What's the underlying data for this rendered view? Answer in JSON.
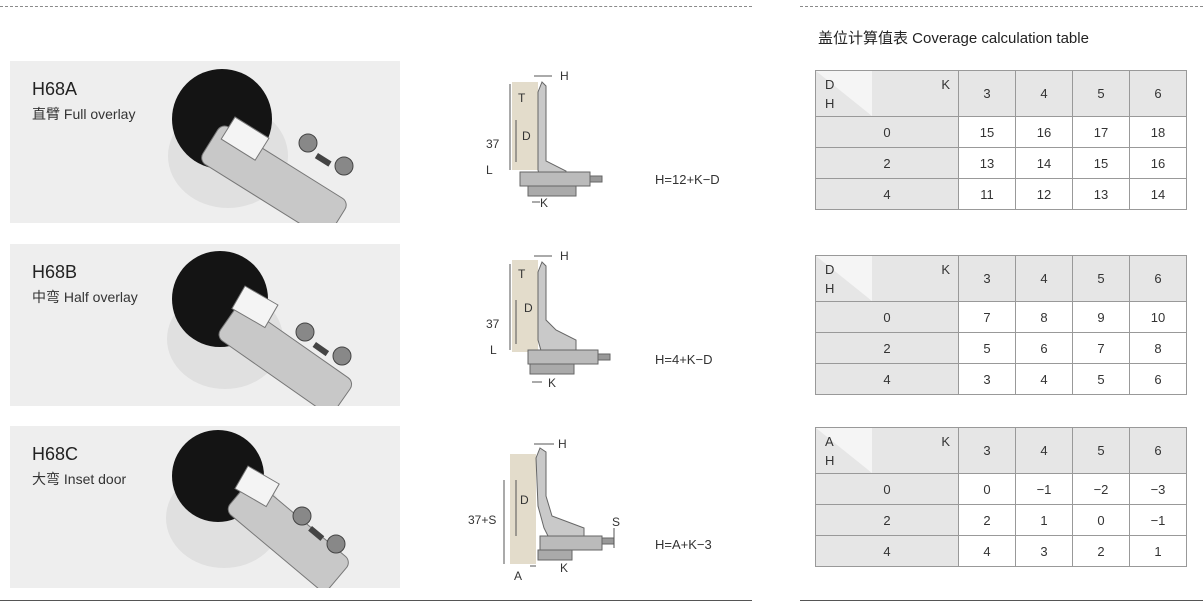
{
  "products": [
    {
      "model": "H68A",
      "desc": "直臂 Full overlay",
      "formula": "H=12+K−D",
      "labels": {
        "h": "H",
        "t": "T",
        "d": "D",
        "dim": "37",
        "l": "L",
        "k": "K"
      }
    },
    {
      "model": "H68B",
      "desc": "中弯 Half overlay",
      "formula": "H=4+K−D",
      "labels": {
        "h": "H",
        "t": "T",
        "d": "D",
        "dim": "37",
        "l": "L",
        "k": "K"
      }
    },
    {
      "model": "H68C",
      "desc": "大弯 Inset door",
      "formula": "H=A+K−3",
      "labels": {
        "h": "H",
        "d": "D",
        "dim": "37+S",
        "s": "S",
        "a": "A",
        "k": "K"
      }
    }
  ],
  "table_title": "盖位计算值表  Coverage calculation table",
  "tables": [
    {
      "corner_col": "D",
      "corner_h": "K",
      "corner_row": "H",
      "cols": [
        "3",
        "4",
        "5",
        "6"
      ],
      "rows": [
        {
          "h": "0",
          "v": [
            "15",
            "16",
            "17",
            "18"
          ]
        },
        {
          "h": "2",
          "v": [
            "13",
            "14",
            "15",
            "16"
          ]
        },
        {
          "h": "4",
          "v": [
            "11",
            "12",
            "13",
            "14"
          ]
        }
      ]
    },
    {
      "corner_col": "D",
      "corner_h": "K",
      "corner_row": "H",
      "cols": [
        "3",
        "4",
        "5",
        "6"
      ],
      "rows": [
        {
          "h": "0",
          "v": [
            "7",
            "8",
            "9",
            "10"
          ]
        },
        {
          "h": "2",
          "v": [
            "5",
            "6",
            "7",
            "8"
          ]
        },
        {
          "h": "4",
          "v": [
            "3",
            "4",
            "5",
            "6"
          ]
        }
      ]
    },
    {
      "corner_col": "A",
      "corner_h": "K",
      "corner_row": "H",
      "cols": [
        "3",
        "4",
        "5",
        "6"
      ],
      "rows": [
        {
          "h": "0",
          "v": [
            "0",
            "−1",
            "−2",
            "−3"
          ]
        },
        {
          "h": "2",
          "v": [
            "2",
            "1",
            "0",
            "−1"
          ]
        },
        {
          "h": "4",
          "v": [
            "4",
            "3",
            "2",
            "1"
          ]
        }
      ]
    }
  ],
  "colors": {
    "card_bg": "#eeeeee",
    "header_cell": "#e6e6e6",
    "door_panel": "#e3dccb"
  }
}
